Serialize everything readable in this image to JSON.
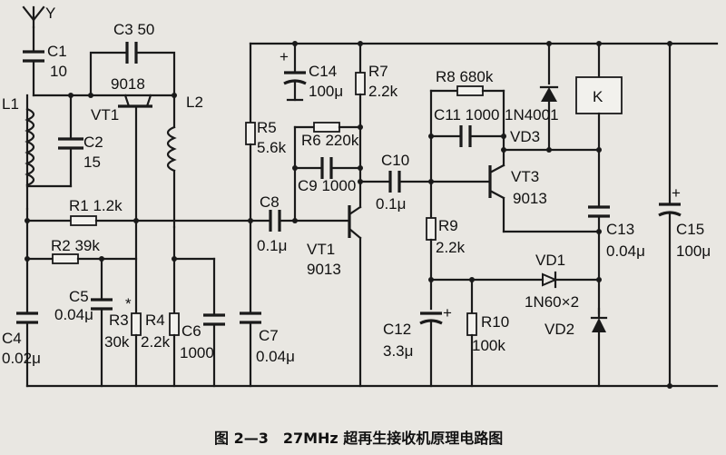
{
  "labels": {
    "ant": "Y",
    "c1": "C1",
    "c1v": "10",
    "c3": "C3 50",
    "l1": "L1",
    "l2": "L2",
    "q1type": "9018",
    "q1": "VT1",
    "c2": "C2",
    "c2v": "15",
    "r1": "R1 1.2k",
    "r2": "R2 39k",
    "c5": "C5",
    "c5v": "0.04μ",
    "c4": "C4",
    "c4v": "0.02μ",
    "r3": "R3",
    "r3v": "30k",
    "star": "*",
    "r4": "R4",
    "r4v": "2.2k",
    "c6": "C6",
    "c6v": "1000",
    "c7": "C7",
    "c7v": "0.04μ",
    "c14": "C14",
    "c14v": "100μ",
    "r7": "R7",
    "r7v": "2.2k",
    "r5": "R5",
    "r5v": "5.6k",
    "r6": "R6 220k",
    "c9": "C9 1000",
    "c8": "C8",
    "c8v": "0.1μ",
    "vt1b": "VT1",
    "vt1bt": "9013",
    "c10": "C10",
    "c10v": "0.1μ",
    "r8": "R8 680k",
    "c11": "C11 1000",
    "d4001": "1N4001",
    "vd3": "VD3",
    "k": "K",
    "vt3": "VT3",
    "vt3t": "9013",
    "r9": "R9",
    "r9v": "2.2k",
    "vd1": "VD1",
    "dnote": "1N60×2",
    "vd2": "VD2",
    "c12": "C12",
    "c12v": "3.3μ",
    "r10": "R10",
    "r10v": "100k",
    "c13": "C13",
    "c13v": "0.04μ",
    "c15": "C15",
    "c15v": "100μ",
    "plus": "+"
  },
  "caption": "图 2—3　27MHz 超再生接收机原理电路图"
}
